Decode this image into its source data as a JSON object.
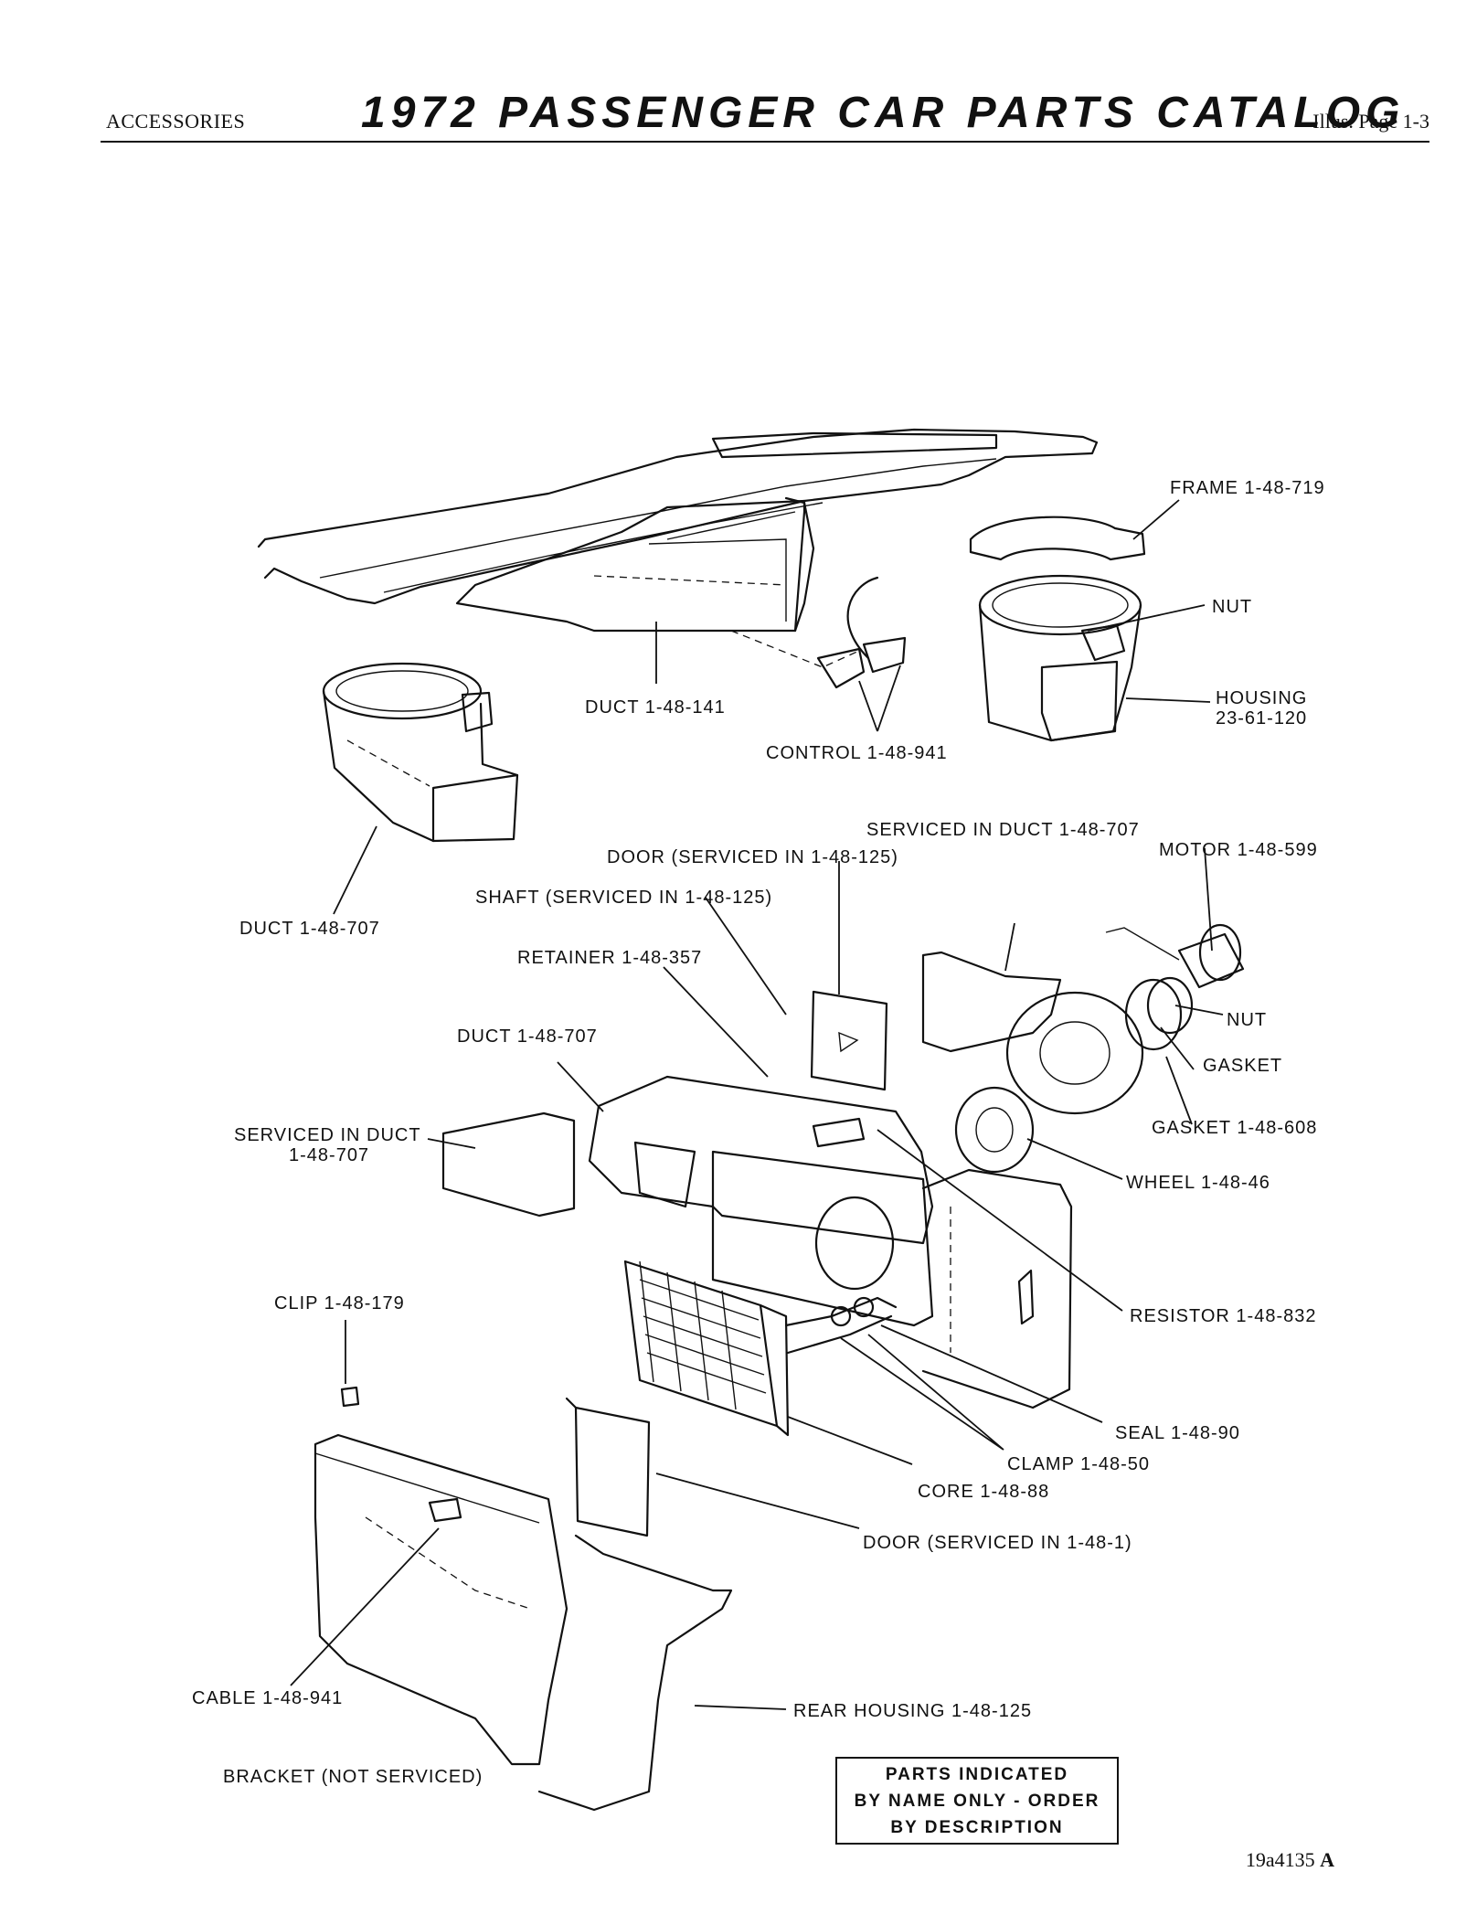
{
  "header": {
    "section": "ACCESSORIES",
    "title": "1972 PASSENGER CAR PARTS CATALOG",
    "page_ref": "Illus. Page 1-3"
  },
  "callouts": {
    "frame": "FRAME 1-48-719",
    "nut_top": "NUT",
    "housing_line1": "HOUSING",
    "housing_line2": "23-61-120",
    "duct_141": "DUCT 1-48-141",
    "control": "CONTROL 1-48-941",
    "duct_707_upper": "DUCT 1-48-707",
    "serviced_in_duct_707": "SERVICED IN DUCT 1-48-707",
    "door_serviced_125": "DOOR (SERVICED IN 1-48-125)",
    "motor": "MOTOR 1-48-599",
    "shaft": "SHAFT (SERVICED IN 1-48-125)",
    "retainer": "RETAINER 1-48-357",
    "nut_motor": "NUT",
    "gasket": "GASKET",
    "duct_707_mid": "DUCT 1-48-707",
    "gasket_608": "GASKET 1-48-608",
    "serviced_in_duct_line1": "SERVICED IN DUCT",
    "serviced_in_duct_line2": "1-48-707",
    "wheel": "WHEEL 1-48-46",
    "clip": "CLIP 1-48-179",
    "resistor": "RESISTOR 1-48-832",
    "seal": "SEAL 1-48-90",
    "clamp": "CLAMP 1-48-50",
    "core": "CORE 1-48-88",
    "door_serviced_1": "DOOR (SERVICED IN 1-48-1)",
    "cable": "CABLE 1-48-941",
    "rear_housing": "REAR HOUSING 1-48-125",
    "bracket": "BRACKET (NOT SERVICED)"
  },
  "note": {
    "line1": "PARTS INDICATED",
    "line2": "BY NAME ONLY - ORDER",
    "line3": "BY DESCRIPTION"
  },
  "figure_id": "19a4135",
  "figure_suffix": "A"
}
